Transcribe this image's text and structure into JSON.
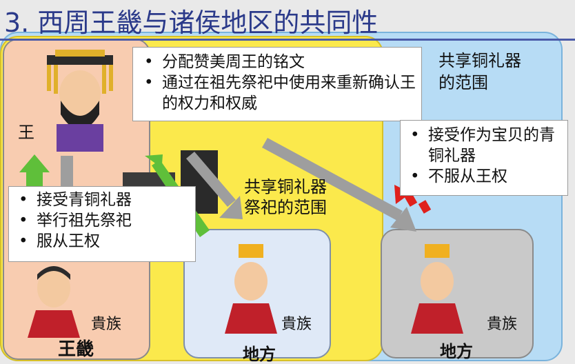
{
  "title": "3. 西周王畿与诸侯地区的共同性",
  "callouts": {
    "top": [
      "分配赞美周王的铭文",
      "通过在祖先祭祀中使用来重新确认王的权力和权威"
    ],
    "left": [
      "接受青铜礼器",
      "举行祖先祭祀",
      "服从王权"
    ],
    "right": [
      "接受作为宝贝的青铜礼器",
      "不服从王权"
    ]
  },
  "labels": {
    "shared_bronze_scope": "共享铜礼器\n的范围",
    "shared_bronze_ritual_scope": "共享铜礼器\n祭祀的范围",
    "king": "王",
    "noble": "貴族",
    "royal_domain": "王畿",
    "local": "地方"
  },
  "colors": {
    "blue_region": "#b7dcf5",
    "yellow_region": "#fbe94c",
    "royal_region": "#f8ccb0",
    "green_arrow": "#5fbf3a",
    "gray_arrow": "#9e9e9e",
    "red_arrow": "#e0201c"
  }
}
